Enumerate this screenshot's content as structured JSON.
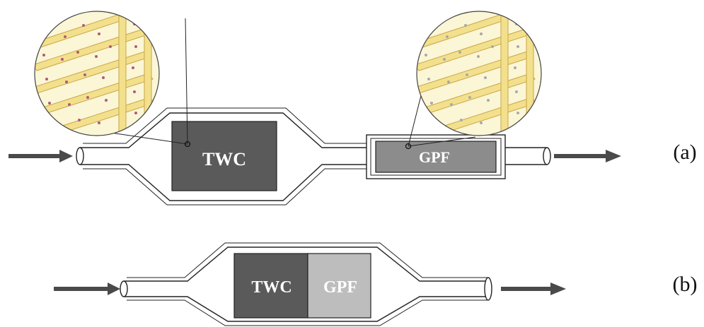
{
  "diagram_a": {
    "panel_label": "(a)",
    "twc_label": "TWC",
    "gpf_label": "GPF"
  },
  "diagram_b": {
    "panel_label": "(b)",
    "twc_label": "TWC",
    "gpf_label": "GPF"
  },
  "colors": {
    "twc_fill": "#5a5a5a",
    "gpf_fill_a": "#8c8c8c",
    "gpf_fill_b": "#bdbdbd",
    "channel_wall": "#f3e08c",
    "channel_bg": "#fbf6d6",
    "twc_particles": "#b05a7a",
    "gpf_particles": "#a9a9a9",
    "arrow": "#4a4a4a"
  },
  "icons": [
    "flow-arrow-icon",
    "catalyst-channel-magnifier-icon"
  ]
}
